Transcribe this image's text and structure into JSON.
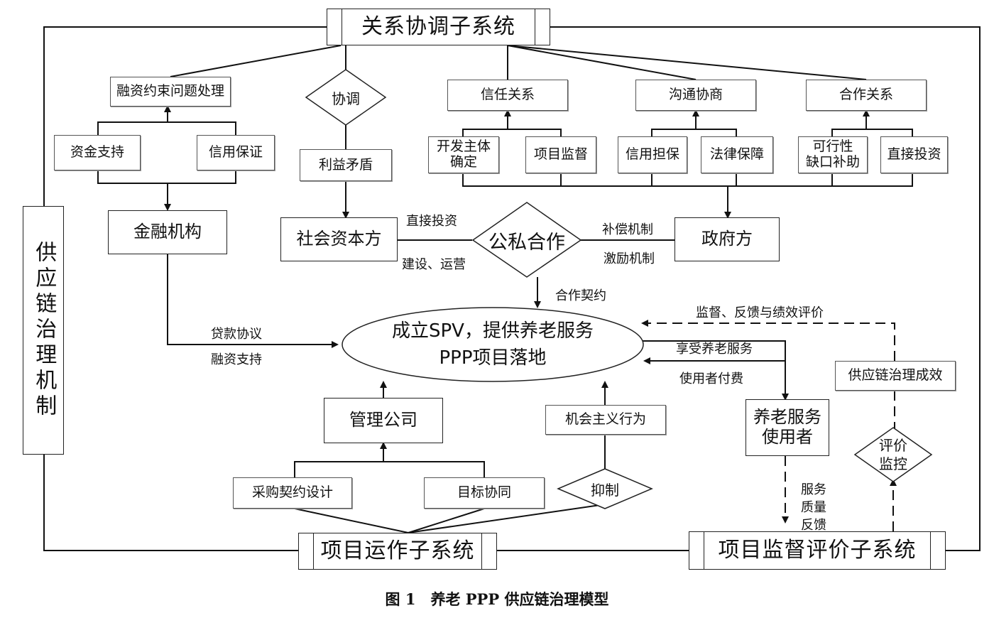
{
  "subsystems": {
    "relation": "关系协调子系统",
    "operation": "项目运作子系统",
    "supervision": "项目监督评价子系统",
    "governance": "供应链治理机制"
  },
  "nodes": {
    "financing_constraint": "融资约束问题处理",
    "fund_support": "资金支持",
    "credit_guarantee": "信用保证",
    "financial_institution": "金融机构",
    "coordinate": "协调",
    "interest_conflict": "利益矛盾",
    "social_capital": "社会资本方",
    "trust": "信任关系",
    "communication": "沟通协商",
    "cooperation": "合作关系",
    "developer": "开发主体\n确定",
    "project_supervision": "项目监督",
    "credit_backing": "信用担保",
    "legal_protection": "法律保障",
    "viability_gap": "可行性\n缺口补助",
    "direct_investment_box": "直接投资",
    "ppp": "公私合作",
    "government": "政府方",
    "spv_line1": "成立SPV，提供养老服务",
    "spv_line2": "PPP项目落地",
    "management_company": "管理公司",
    "procurement": "采购契约设计",
    "goal_coordination": "目标协同",
    "opportunism": "机会主义行为",
    "suppress": "抑制",
    "elderly_users": "养老服务\n使用者",
    "governance_effect": "供应链治理成效",
    "evaluate_monitor": "评价\n监控"
  },
  "labels": {
    "direct_investment": "直接投资",
    "construction_operation": "建设、运营",
    "compensation": "补偿机制",
    "incentive": "激励机制",
    "contract": "合作契约",
    "loan_agreement": "贷款协议",
    "financing_support": "融资支持",
    "supervision_feedback": "监督、反馈与绩效评价",
    "enjoy_service": "享受养老服务",
    "user_pay": "使用者付费",
    "service_quality": "服务\n质量\n反馈"
  },
  "caption": "图 1　养老 PPP 供应链治理模型"
}
